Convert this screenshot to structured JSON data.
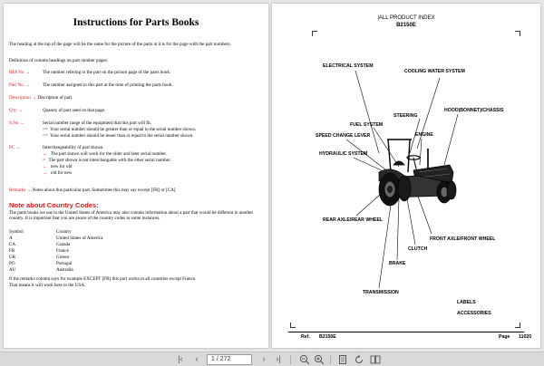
{
  "left_page": {
    "title": "Instructions for Parts Books",
    "intro": "The heading at the top of the page will be the same for the picture of the parts at it is for the page with the part numbers.",
    "definition": "Definition of column headings on part number pages:",
    "entries": [
      {
        "label": "REF.No",
        "text": "The number refering to the part on the picture page of the parts book."
      },
      {
        "label": "Part No.",
        "text": "The number assigned to this part at the time of printing the parts book."
      },
      {
        "label": "Description",
        "text": "Discription of part."
      },
      {
        "label": "Q'ty",
        "text": "Quanity of part used on that page."
      },
      {
        "label": "S.No",
        "text": "Serial number range of the equipment that this part will fit.",
        "subs": [
          {
            "sym": ">=",
            "text": "Your serial number should be greater than or equal to the serial number shown."
          },
          {
            "sym": "<=",
            "text": "Your serial number should be lesser than or equal to the serial number shown."
          }
        ]
      },
      {
        "label": "PC",
        "text": "Interchangeability of part shown.",
        "subs": [
          {
            "sym": "↔",
            "text": "The part shown will work for the older and later serial number."
          },
          {
            "sym": "≠",
            "text": "The part shown is not interchangable with the other serial number."
          },
          {
            "sym": "←",
            "text": "new for old"
          },
          {
            "sym": "→",
            "text": "old for new"
          }
        ]
      },
      {
        "label": "Remarks",
        "text": "Notes about this particular part. Sometimes this may say except [FR] or [CA]"
      }
    ],
    "arrow": "→",
    "country_heading": "Note about Country Codes:",
    "country_intro": "The parts books we use in the United States of America may also contain information about a part that would be different in another country. It is important that you are aware of the country codes in some instances.",
    "symbol_header": "Symbol",
    "country_header": "Country",
    "countries": [
      {
        "code": "A",
        "name": "United States of America"
      },
      {
        "code": "CA",
        "name": "Canada"
      },
      {
        "code": "FR",
        "name": "France"
      },
      {
        "code": "GR",
        "name": "Greece"
      },
      {
        "code": "PO",
        "name": "Portugal"
      },
      {
        "code": "AU",
        "name": "Australia"
      }
    ],
    "footer_note_1": "If the remarks column says for example EXCEPT [FR] this part works in all countries except France.",
    "footer_note_2": "That means it will work here in the USA."
  },
  "right_page": {
    "header": "|ALL PRODUCT INDEX",
    "model": "B2150E",
    "labels": {
      "electrical": "ELECTRICAL SYSTEM",
      "cooling": "COOLING WATER SYSTEM",
      "steering": "STEERING",
      "hood": "HOOD(BONNET)/CHASSIS",
      "fuel": "FUEL SYSTEM",
      "engine": "ENGINE",
      "speed": "SPEED CHANGE LEVER",
      "hydraulic": "HYDRAULIC SYSTEM",
      "rear_axle": "REAR AXLE/REAR WHEEL",
      "front_axle": "FRONT AXLE/FRONT WHEEL",
      "clutch": "CLUTCH",
      "brake": "BRAKE",
      "transmission": "TRANSMISSION",
      "labels": "LABELS",
      "accessories": "ACCESSORIES"
    },
    "footer": {
      "ref_label": "Ref.",
      "ref_value": "B2150E",
      "page_label": "Page",
      "page_value": "11020"
    }
  },
  "toolbar": {
    "first": "|‹",
    "prev": "‹",
    "page_indicator": "1 / 272",
    "next": "›",
    "last": "›|"
  }
}
